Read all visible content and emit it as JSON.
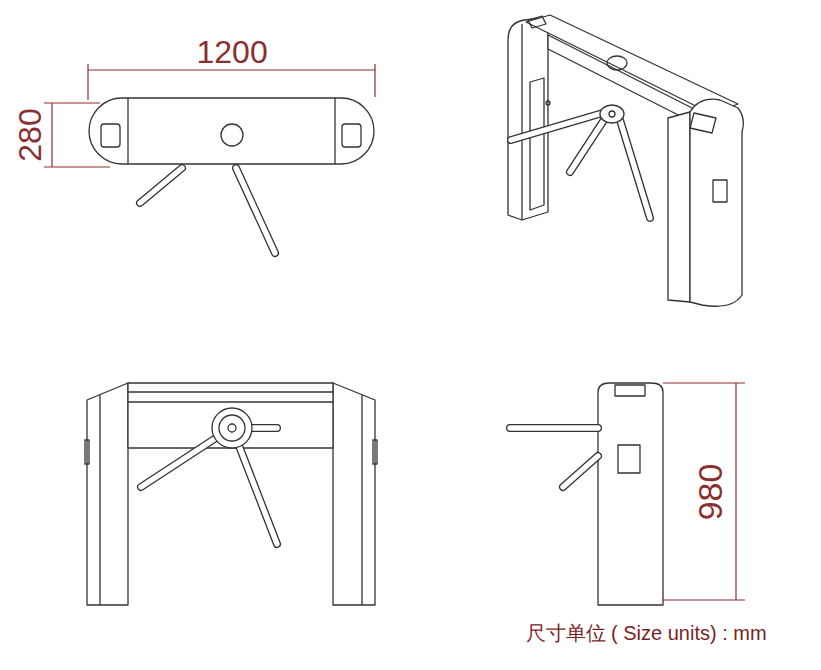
{
  "diagram": {
    "labels": [
      "1200",
      "280",
      "980",
      "尺寸单位 ( Size units) : mm"
    ]
  }
}
